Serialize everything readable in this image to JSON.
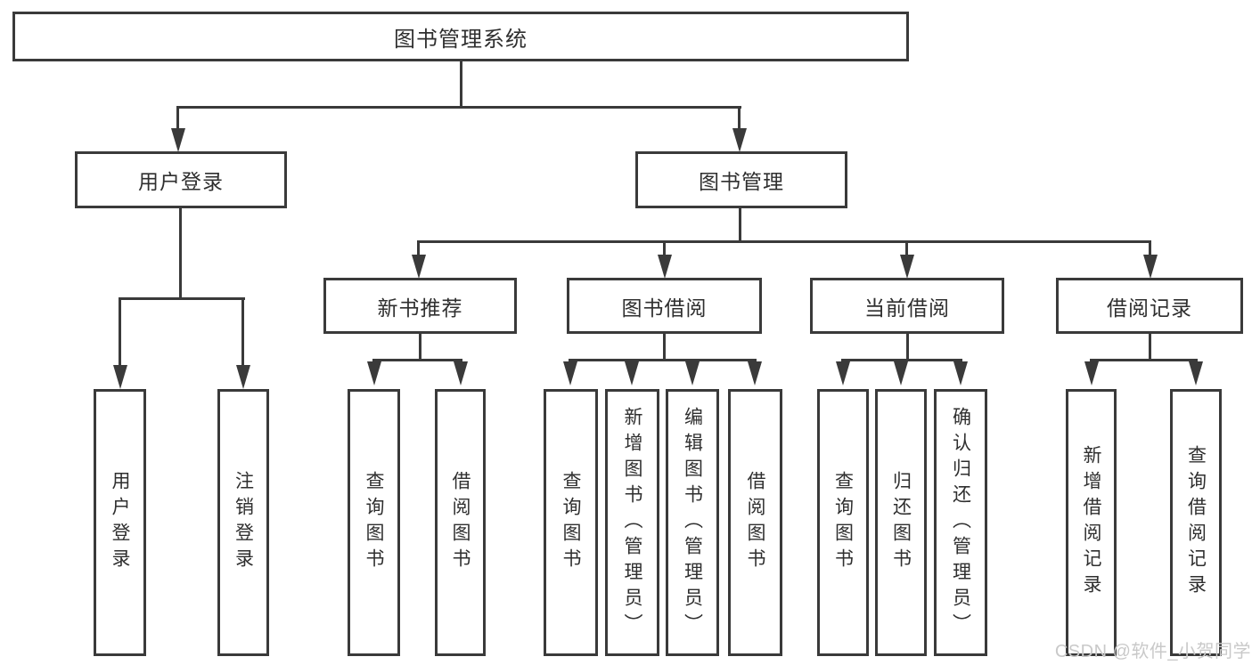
{
  "title": {
    "label": "图书管理系统"
  },
  "level1": [
    {
      "label": "用户登录"
    },
    {
      "label": "图书管理"
    }
  ],
  "level2": [
    {
      "label": "新书推荐"
    },
    {
      "label": "图书借阅"
    },
    {
      "label": "当前借阅"
    },
    {
      "label": "借阅记录"
    }
  ],
  "leaves": {
    "user_login": [
      {
        "label": "用户登录"
      },
      {
        "label": "注销登录"
      }
    ],
    "new_book": [
      {
        "label": "查询图书"
      },
      {
        "label": "借阅图书"
      }
    ],
    "book_borrow": [
      {
        "label": "查询图书"
      },
      {
        "label": "新增图书（管理员）"
      },
      {
        "label": "编辑图书（管理员）"
      },
      {
        "label": "借阅图书"
      }
    ],
    "current_borrow": [
      {
        "label": "查询图书"
      },
      {
        "label": "归还图书"
      },
      {
        "label": "确认归还（管理员）"
      }
    ],
    "borrow_record": [
      {
        "label": "新增借阅记录"
      },
      {
        "label": "查询借阅记录"
      }
    ]
  },
  "watermark": {
    "text": "CSDN @软件_小贺同学"
  },
  "colors": {
    "line": "#3a3a3a",
    "text": "#2f2f2f",
    "watermark": "#c9c9c9",
    "background": "#ffffff"
  }
}
